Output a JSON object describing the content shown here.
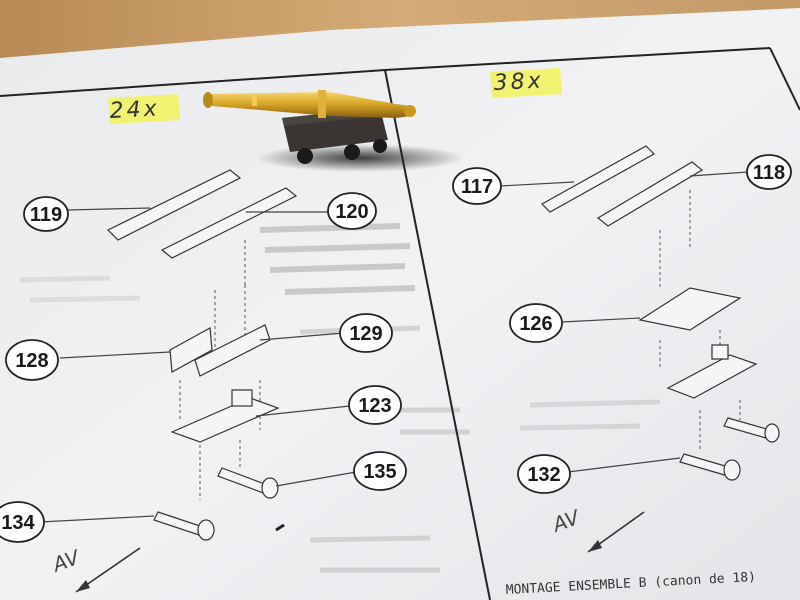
{
  "scale_labels": {
    "left": "24x",
    "right": "38x"
  },
  "callouts": {
    "left": [
      "119",
      "120",
      "128",
      "129",
      "123",
      "135",
      "134"
    ],
    "right": [
      "117",
      "118",
      "126",
      "132"
    ]
  },
  "footer_text": "MONTAGE ENSEMBLE B (canon de 18)",
  "direction_marks": {
    "left": "AV",
    "right": "AV"
  },
  "colors": {
    "table": "#c9a06a",
    "paper": "#eef0f2",
    "highlighter": "#f2f25a",
    "brass": "#d8a628",
    "carriage": "#3a3532"
  }
}
